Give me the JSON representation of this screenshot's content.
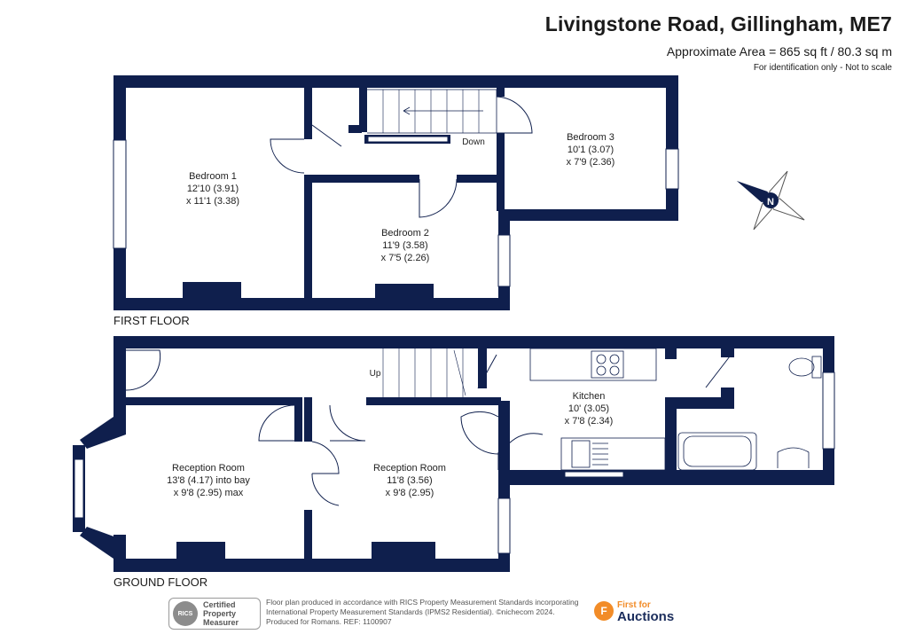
{
  "header": {
    "title": "Livingstone Road, Gillingham, ME7",
    "area": "Approximate Area = 865 sq ft / 80.3 sq m",
    "note": "For identification only - Not to scale"
  },
  "compass": {
    "letter": "N"
  },
  "first_floor": {
    "label": "FIRST FLOOR",
    "stairs_label": "Down",
    "rooms": [
      {
        "name": "Bedroom 1",
        "dim1": "12'10 (3.91)",
        "dim2": "x 11'1 (3.38)"
      },
      {
        "name": "Bedroom 2",
        "dim1": "11'9 (3.58)",
        "dim2": "x 7'5 (2.26)"
      },
      {
        "name": "Bedroom 3",
        "dim1": "10'1 (3.07)",
        "dim2": "x 7'9 (2.36)"
      }
    ]
  },
  "ground_floor": {
    "label": "GROUND FLOOR",
    "stairs_label": "Up",
    "rooms": [
      {
        "name": "Reception Room",
        "dim1": "13'8 (4.17) into bay",
        "dim2": "x 9'8 (2.95) max"
      },
      {
        "name": "Reception Room",
        "dim1": "11'8 (3.56)",
        "dim2": "x 9'8 (2.95)"
      },
      {
        "name": "Kitchen",
        "dim1": "10' (3.05)",
        "dim2": "x 7'8 (2.34)"
      }
    ]
  },
  "footer": {
    "badge_line1": "Certified",
    "badge_line2": "Property",
    "badge_line3": "Measurer",
    "rics": "RICS",
    "line1": "Floor plan produced in accordance with RICS Property Measurement Standards incorporating",
    "line2": "International Property Measurement Standards (IPMS2 Residential). ©nichecom 2024.",
    "line3": "Produced for Romans.   REF: 1100907",
    "brand_top": "First for",
    "brand_bottom": "Auctions",
    "brand_mark": "F"
  },
  "colors": {
    "wall": "#0f1f4d",
    "brand_orange": "#f28c28",
    "brand_navy": "#1b2d5c"
  }
}
